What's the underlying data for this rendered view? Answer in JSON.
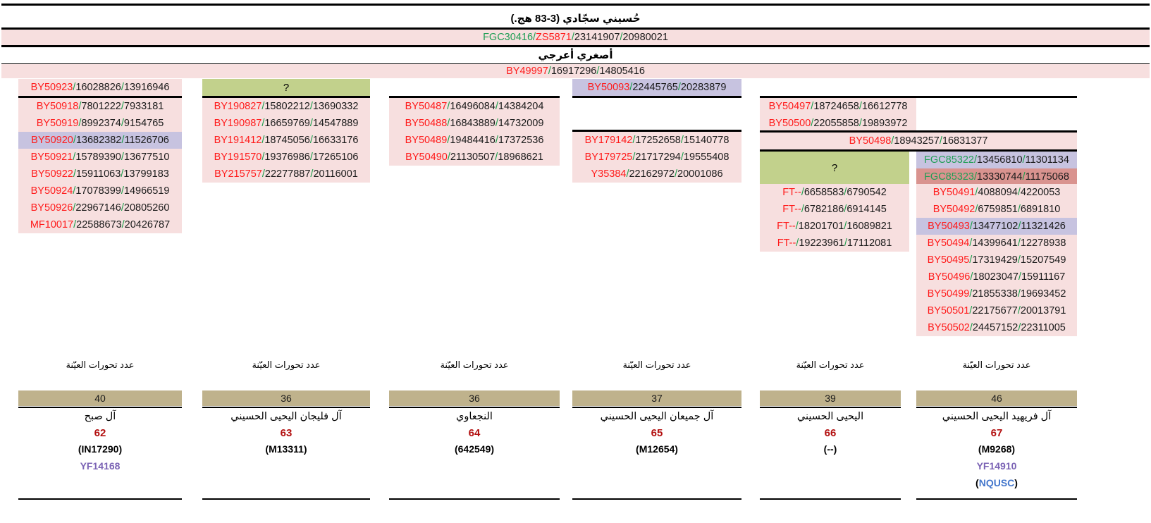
{
  "header": {
    "title": "حُسيني سجّادي (3-83 هج.)",
    "snp_line": {
      "parts": [
        {
          "t": "FGC30416",
          "c": "green"
        },
        {
          "t": "/",
          "c": "sl"
        },
        {
          "t": "ZS5871",
          "c": "red"
        },
        {
          "t": "/",
          "c": "sl"
        },
        {
          "t": "23141907",
          "c": "blk"
        },
        {
          "t": "/",
          "c": "sl"
        },
        {
          "t": "20980021",
          "c": "blk"
        }
      ],
      "text": "FGC30416/ZS5871/23141907/20980021"
    },
    "subtitle": "أصغري أعرجي",
    "root_snp": "BY49997/16917296/14805416"
  },
  "columns": [
    {
      "id": "col1",
      "head": {
        "text": "BY50923/16028826/13916946",
        "style": "pink"
      },
      "rows": [
        {
          "text": "BY50918/7801222/7933181",
          "style": "pink"
        },
        {
          "text": "BY50919/8992374/9154765",
          "style": "pink"
        },
        {
          "text": "BY50920/13682382/11526706",
          "style": "lav"
        },
        {
          "text": "BY50921/15789390/13677510",
          "style": "pink"
        },
        {
          "text": "BY50922/15911063/13799183",
          "style": "pink"
        },
        {
          "text": "BY50924/17078399/14966519",
          "style": "pink"
        },
        {
          "text": "BY50926/22967146/20805260",
          "style": "pink"
        },
        {
          "text": "MF10017/22588673/20426787",
          "style": "pink"
        }
      ]
    },
    {
      "id": "col2",
      "head": {
        "text": "?",
        "style": "green"
      },
      "rows": [
        {
          "text": "BY190827/15802212/13690332",
          "style": "pink"
        },
        {
          "text": "BY190987/16659769/14547889",
          "style": "pink"
        },
        {
          "text": "BY191412/18745056/16633176",
          "style": "pink"
        },
        {
          "text": "BY191570/19376986/17265106",
          "style": "pink"
        },
        {
          "text": "BY215757/22277887/20116001",
          "style": "pink"
        }
      ]
    },
    {
      "id": "col3",
      "head": null,
      "rows": [
        {
          "text": "BY50487/16496084/14384204",
          "style": "pink"
        },
        {
          "text": "BY50488/16843889/14732009",
          "style": "pink"
        },
        {
          "text": "BY50489/19484416/17372536",
          "style": "pink"
        },
        {
          "text": "BY50490/21130507/18968621",
          "style": "pink"
        }
      ]
    },
    {
      "id": "col4",
      "head": {
        "text": "BY50093/22445765/20283879",
        "style": "lav"
      },
      "rows": [
        {
          "text": "BY179142/17252658/15140778",
          "style": "pink"
        },
        {
          "text": "BY179725/21717294/19555408",
          "style": "pink"
        },
        {
          "text": "Y35384/22162972/20001086",
          "style": "pink"
        }
      ]
    },
    {
      "id": "col5",
      "head": null,
      "rows": [
        {
          "text": "BY50497/18724658/16612778",
          "style": "pink"
        },
        {
          "text": "BY50500/22055858/19893972",
          "style": "pink"
        }
      ],
      "span_row": {
        "text": "BY50498/18943257/16831377",
        "style": "pink"
      },
      "q_box": "?",
      "ft_rows": [
        {
          "text": "FT--/6658583/6790542",
          "style": "pink"
        },
        {
          "text": "FT--/6782186/6914145",
          "style": "pink"
        },
        {
          "text": "FT--/18201701/16089821",
          "style": "pink"
        },
        {
          "text": "FT--/19223961/17112081",
          "style": "pink"
        }
      ]
    },
    {
      "id": "col6",
      "head": null,
      "fgc_rows": [
        {
          "text": "FGC85322/13456810/11301134",
          "style": "lav",
          "label_green": true
        },
        {
          "text": "FGC85323/13330744/11175068",
          "style": "salmon",
          "label_green": true
        }
      ],
      "rows": [
        {
          "text": "BY50491/4088094/4220053",
          "style": "pink"
        },
        {
          "text": "BY50492/6759851/6891810",
          "style": "pink"
        },
        {
          "text": "BY50493/13477102/11321426",
          "style": "lav"
        },
        {
          "text": "BY50494/14399641/12278938",
          "style": "pink"
        },
        {
          "text": "BY50495/17319429/15207549",
          "style": "pink"
        },
        {
          "text": "BY50496/18023047/15911167",
          "style": "pink"
        },
        {
          "text": "BY50499/21855338/19693452",
          "style": "pink"
        },
        {
          "text": "BY50501/22175677/20013791",
          "style": "pink"
        },
        {
          "text": "BY50502/24457152/22311005",
          "style": "pink"
        }
      ]
    }
  ],
  "cards": [
    {
      "count_label": "عدد تحورات العيّنة",
      "count": "40",
      "name": "آل صبح",
      "number": "62",
      "kit": "(IN17290)",
      "yf": "YF14168",
      "extra": ""
    },
    {
      "count_label": "عدد تحورات العيّنة",
      "count": "36",
      "name": "آل فليجان اليحيى الحسيني",
      "number": "63",
      "kit": "(M13311)",
      "yf": "",
      "extra": ""
    },
    {
      "count_label": "عدد تحورات العيّنة",
      "count": "36",
      "name": "النجعاوي",
      "number": "64",
      "kit": "(642549)",
      "yf": "",
      "extra": ""
    },
    {
      "count_label": "عدد تحورات العيّنة",
      "count": "37",
      "name": "آل جميعان اليحيى الحسيني",
      "number": "65",
      "kit": "(M12654)",
      "yf": "",
      "extra": ""
    },
    {
      "count_label": "عدد تحورات العيّنة",
      "count": "39",
      "name": "اليحيى الحسيني",
      "number": "66",
      "kit": "(--)",
      "yf": "",
      "extra": ""
    },
    {
      "count_label": "عدد تحورات العيّنة",
      "count": "46",
      "name": "آل فريهيد اليحيى الحسيني",
      "number": "67",
      "kit": "(M9268)",
      "yf": "YF14910",
      "extra": "NQUSC"
    }
  ],
  "colors": {
    "pink": "#f7dfdf",
    "lavender": "#c7c3e0",
    "salmon": "#d9938f",
    "green_box": "#c2d18c",
    "tan": "#bfb28c",
    "snp_red": "#ff1a1a",
    "snp_green": "#1a9e4b",
    "num_red": "#b31010",
    "yf_purple": "#7b63b5",
    "nq_blue": "#4477cc"
  }
}
